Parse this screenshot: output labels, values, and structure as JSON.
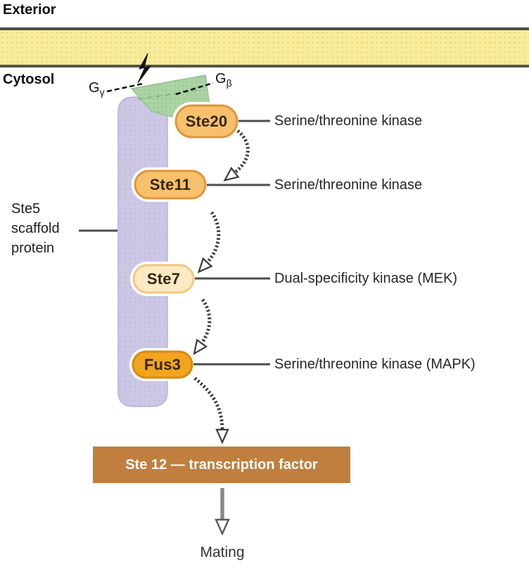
{
  "compartments": {
    "exterior": "Exterior",
    "cytosol": "Cytosol"
  },
  "membrane": {
    "fill_color": "#f8ec9b",
    "border_color": "#4a4a48"
  },
  "g_protein": {
    "gamma_label": {
      "base": "G",
      "sub": "γ"
    },
    "beta_label": {
      "base": "G",
      "sub": "β"
    },
    "fill_color": "#abd3a4"
  },
  "scaffold": {
    "label": "Ste5\nscaffold\nprotein",
    "fill_color": "#cdc7e6"
  },
  "kinases": [
    {
      "id": "ste20",
      "label": "Ste20",
      "annotation": "Serine/threonine kinase",
      "fill": "#f7c06c",
      "border": "#e0953b"
    },
    {
      "id": "ste11",
      "label": "Ste11",
      "annotation": "Serine/threonine kinase",
      "fill": "#f7c06c",
      "border": "#e0953b"
    },
    {
      "id": "ste7",
      "label": "Ste7",
      "annotation": "Dual-specificity kinase (MEK)",
      "fill": "#fbe9c4",
      "border": "#f2c87f"
    },
    {
      "id": "fus3",
      "label": "Fus3",
      "annotation": "Serine/threonine kinase (MAPK)",
      "fill": "#f2a41e",
      "border": "#d8890f"
    }
  ],
  "transcription_factor": {
    "label": "Ste 12 — transcription factor",
    "fill": "#c07f3e",
    "text_color": "#ffffff"
  },
  "outcome": {
    "label": "Mating"
  }
}
